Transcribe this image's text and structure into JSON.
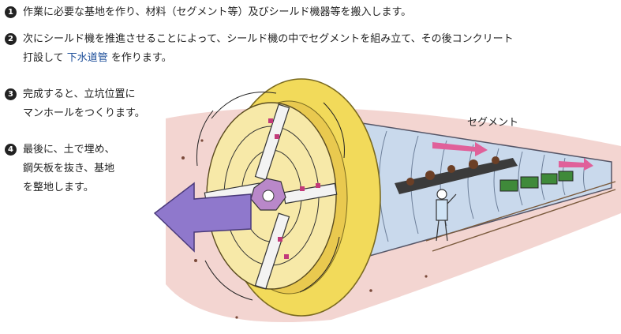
{
  "steps": [
    {
      "num": "1",
      "lines": [
        "作業に必要な基地を作り、材料（セグメント等）及びシールド機器等を搬入します。"
      ]
    },
    {
      "num": "2",
      "lines": [
        "次にシールド機を推進させることによって、シールド機の中でセグメントを組み立て、その後コンクリート"
      ],
      "line2_pre": "打設して ",
      "line2_highlight": "下水道管",
      "line2_post": " を作ります。"
    },
    {
      "num": "3",
      "lines": [
        "完成すると、立坑位置に",
        "マンホールをつくります。"
      ]
    },
    {
      "num": "4",
      "lines": [
        "最後に、土で埋め、",
        "鋼矢板を抜き、基地",
        "を整地します。"
      ]
    }
  ],
  "diagram": {
    "segment_label": "セグメント"
  },
  "colors": {
    "arrow": "#8f78cc",
    "shell": "#f2da5a",
    "tunnel": "#bcd0e8",
    "soil": "#e7b9b5",
    "highlight": "#1b4d99"
  }
}
